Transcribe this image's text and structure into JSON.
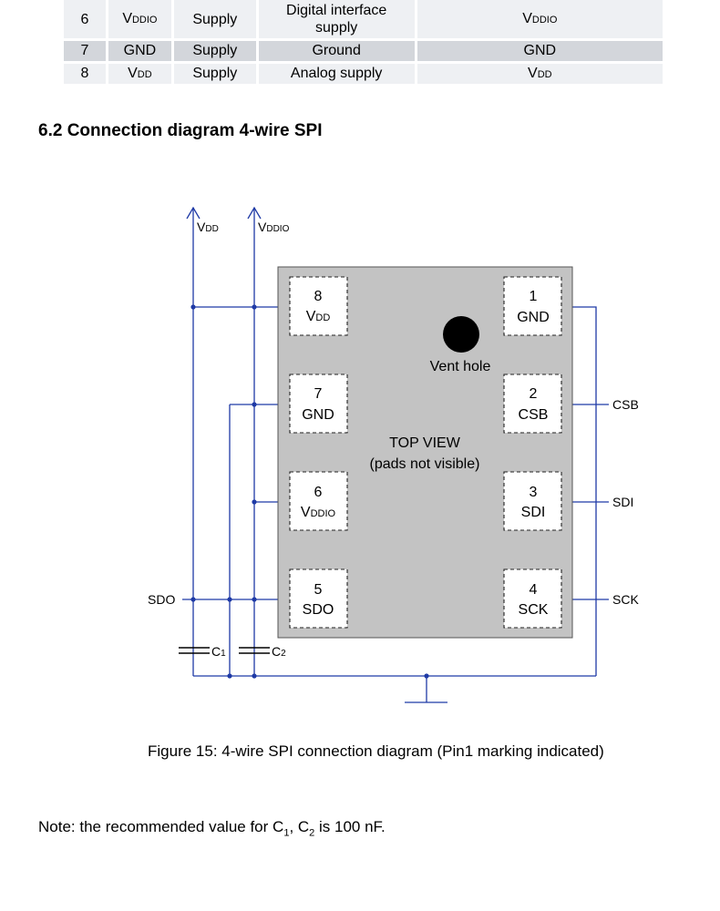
{
  "pin_table": {
    "rows": [
      {
        "pin": "6",
        "name": "V",
        "name_sub": "DDIO",
        "io": "Supply",
        "desc_line1": "Digital interface",
        "desc_line2": "supply",
        "connect": "V",
        "connect_sub": "DDIO",
        "style": "light"
      },
      {
        "pin": "7",
        "name": "GND",
        "name_sub": "",
        "io": "Supply",
        "desc_line1": "Ground",
        "desc_line2": "",
        "connect": "GND",
        "connect_sub": "",
        "style": "dark"
      },
      {
        "pin": "8",
        "name": "V",
        "name_sub": "DD",
        "io": "Supply",
        "desc_line1": "Analog supply",
        "desc_line2": "",
        "connect": "V",
        "connect_sub": "DD",
        "style": "light"
      }
    ]
  },
  "section": {
    "title": "6.2 Connection diagram 4-wire SPI"
  },
  "diagram": {
    "supply_vdd": "V",
    "supply_vdd_sub": "DD",
    "supply_vddio": "V",
    "supply_vddio_sub": "DDIO",
    "pads_left": [
      {
        "num": "8",
        "label": "V",
        "label_sub": "DD"
      },
      {
        "num": "7",
        "label": "GND",
        "label_sub": ""
      },
      {
        "num": "6",
        "label": "V",
        "label_sub": "DDIO"
      },
      {
        "num": "5",
        "label": "SDO",
        "label_sub": ""
      }
    ],
    "pads_right": [
      {
        "num": "1",
        "label": "GND"
      },
      {
        "num": "2",
        "label": "CSB"
      },
      {
        "num": "3",
        "label": "SDI"
      },
      {
        "num": "4",
        "label": "SCK"
      }
    ],
    "vent_label": "Vent hole",
    "top_view_line1": "TOP VIEW",
    "top_view_line2": "(pads not visible)",
    "signal_sdo": "SDO",
    "signal_csb": "CSB",
    "signal_sdi": "SDI",
    "signal_sck": "SCK",
    "cap1": "C",
    "cap1_sub": "1",
    "cap2": "C",
    "cap2_sub": "2",
    "colors": {
      "wire": "#1f3aa6",
      "chip": "#c3c3c3"
    }
  },
  "caption": "Figure 15: 4-wire SPI connection diagram (Pin1 marking indicated)",
  "note": {
    "prefix": "Note: the recommended value for C",
    "sub1": "1",
    "mid": ", C",
    "sub2": "2",
    "suffix": " is 100 nF."
  }
}
